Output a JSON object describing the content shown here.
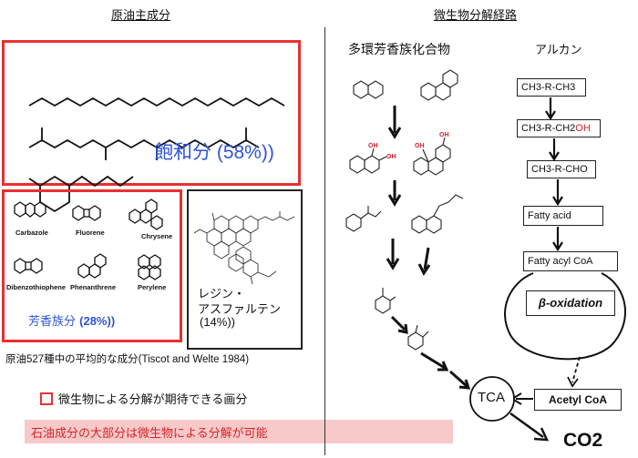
{
  "left": {
    "header": "原油主成分",
    "saturated": {
      "label": "飽和分 (58%))"
    },
    "aromatic": {
      "compounds": [
        "Carbazole",
        "Fluorene",
        "Chrysene",
        "Dibenzothiophene",
        "Phenanthrene",
        "Perylene"
      ],
      "label_main": "芳香族分 ",
      "label_pct": "(28%))"
    },
    "resin": {
      "line1": "レジン・",
      "line2": "アスファルテン",
      "line3": "(14%))"
    },
    "source": "原油527種中の平均的な成分(Tiscot and Welte 1984)",
    "legend": "微生物による分解が期待できる画分",
    "conclusion": "石油成分の大部分は微生物による分解が可能"
  },
  "right": {
    "header": "微生物分解経路",
    "pah_title": "多環芳香族化合物",
    "alkane_title": "アルカン",
    "alkane_steps": {
      "s1": "CH3-R-CH3",
      "s2_pre": "CH3-R-CH2",
      "s2_oh": "OH",
      "s3": "CH3-R-CHO",
      "s4": "Fatty acid",
      "s5": "Fatty acyl CoA",
      "s6": "β-oxidation",
      "s7": "Acetyl CoA"
    },
    "tca": "TCA",
    "co2": "CO2"
  },
  "colors": {
    "red": "#e8302f",
    "blue": "#2f54d6",
    "pink": "#f7c9c9"
  }
}
